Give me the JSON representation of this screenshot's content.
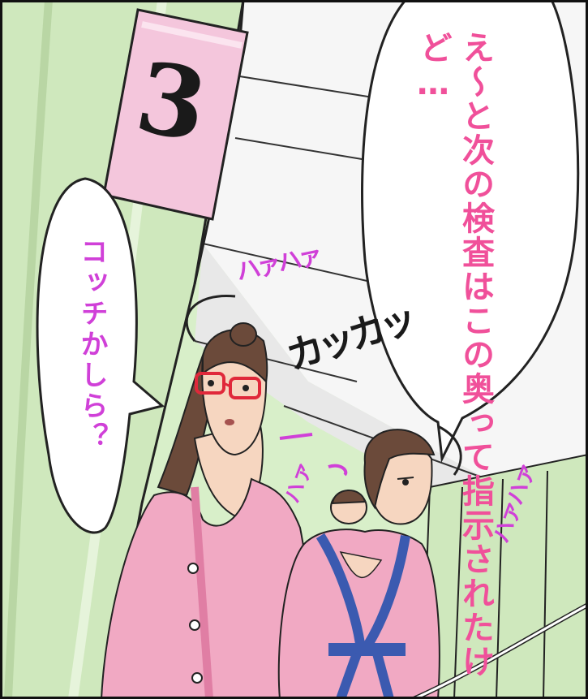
{
  "panel": {
    "right_bubble_text": "え〜と次の検査はこの奥って指示されたけど…",
    "left_bubble_text": "コッチかしら？",
    "room_sign": "3",
    "sfx_breath_1": "ハァハァ",
    "sfx_breath_2": "ハァ",
    "sfx_breath_3": "ハァハァ",
    "sfx_steps": "カッカッ"
  },
  "colors": {
    "wall_green": "#d8efc9",
    "pillar_green": "#cfe8bd",
    "sign_pink": "#f4c6dc",
    "robe_pink": "#f1a9c3",
    "robe_trim": "#3b5ab0",
    "speech_pink": "#f0509a",
    "speech_magenta": "#d040d8"
  }
}
